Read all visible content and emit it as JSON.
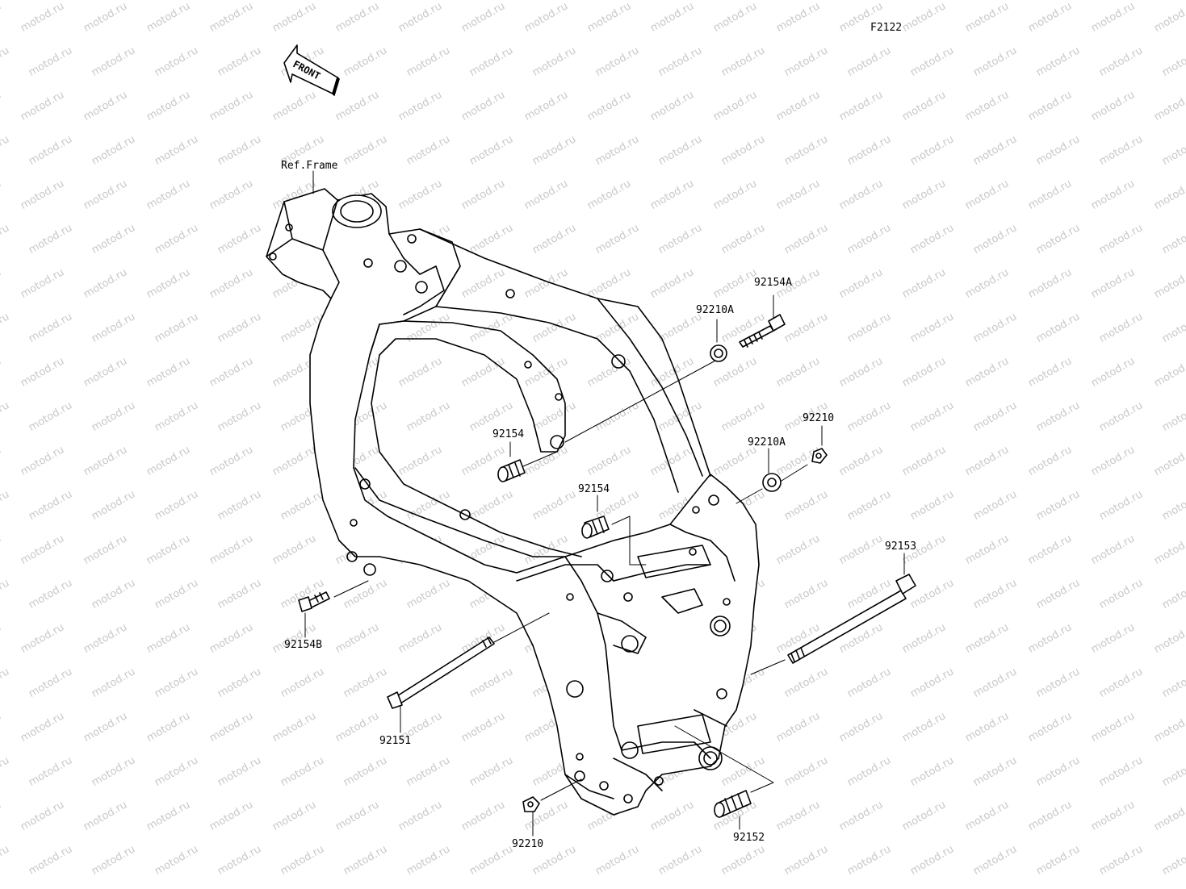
{
  "figure_code": "F2122",
  "front_arrow_text": "FRONT",
  "watermark_text": "motod.ru",
  "labels": {
    "ref_frame": "Ref.Frame",
    "p92154A": "92154A",
    "p92210A_top": "92210A",
    "p92210_right": "92210",
    "p92210A_mid": "92210A",
    "p92154_left": "92154",
    "p92154_mid": "92154",
    "p92153": "92153",
    "p92154B": "92154B",
    "p92151": "92151",
    "p92210_bottom": "92210",
    "p92152": "92152"
  },
  "colors": {
    "line": "#000000",
    "background": "#ffffff",
    "watermark": "#c8c8c8"
  }
}
